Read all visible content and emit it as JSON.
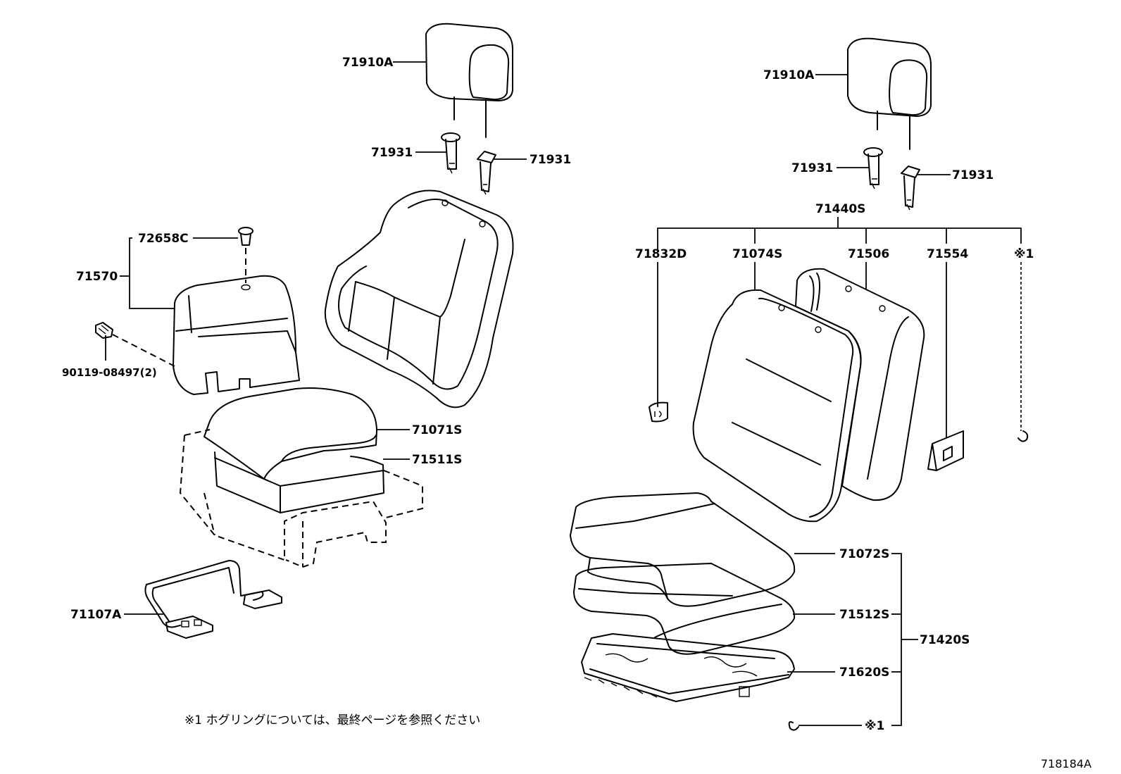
{
  "labels": {
    "l_71910a_left": "71910A",
    "l_71931_left_a": "71931",
    "l_71931_left_b": "71931",
    "l_72658c": "72658C",
    "l_71570": "71570",
    "l_90119": "90119-08497(2)",
    "l_71071s": "71071S",
    "l_71511s": "71511S",
    "l_71107a": "71107A",
    "l_71910a_right": "71910A",
    "l_71931_right_a": "71931",
    "l_71931_right_b": "71931",
    "l_71440s": "71440S",
    "l_71832d": "71832D",
    "l_71074s": "71074S",
    "l_71506": "71506",
    "l_71554": "71554",
    "l_ref1_top": "※1",
    "l_71072s": "71072S",
    "l_71512s": "71512S",
    "l_71620s": "71620S",
    "l_71420s": "71420S",
    "l_ref1_bottom": "※1"
  },
  "note": "※1  ホグリングについては、最終ページを参照ください",
  "diagram_number": "718184A"
}
